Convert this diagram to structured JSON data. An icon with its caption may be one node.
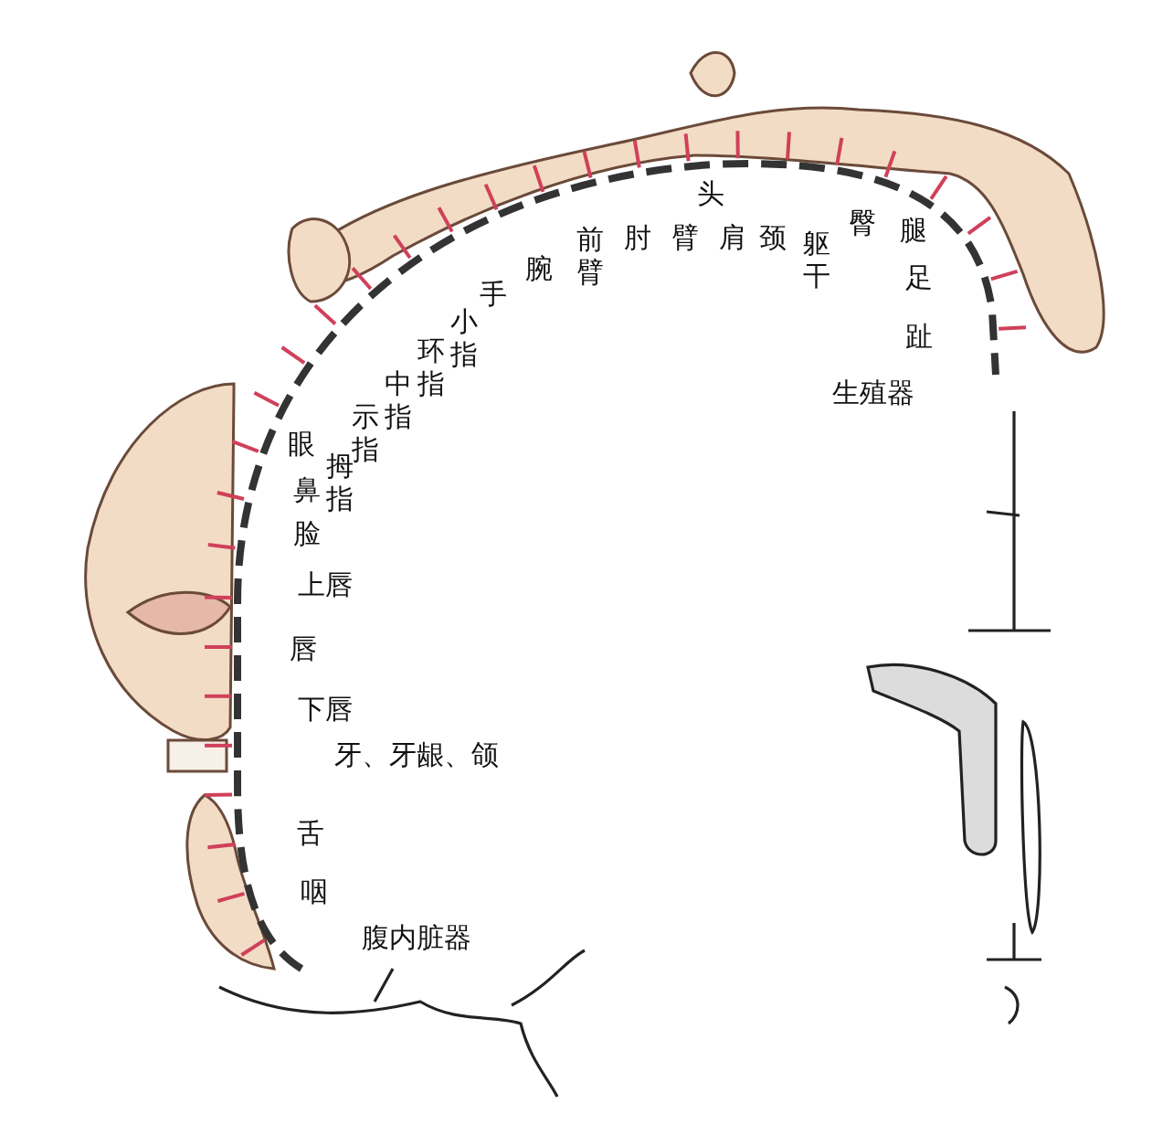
{
  "diagram": {
    "labels": [
      "头",
      "颈",
      "躯干",
      "臀",
      "腿",
      "足",
      "趾",
      "生殖器",
      "肩",
      "臂",
      "肘",
      "前臂",
      "腕",
      "手",
      "小指",
      "环指",
      "中指",
      "示指",
      "拇指",
      "眼",
      "鼻",
      "脸",
      "上唇",
      "唇",
      "下唇",
      "牙、牙龈、颌",
      "舌",
      "咽",
      "腹内脏器"
    ]
  }
}
